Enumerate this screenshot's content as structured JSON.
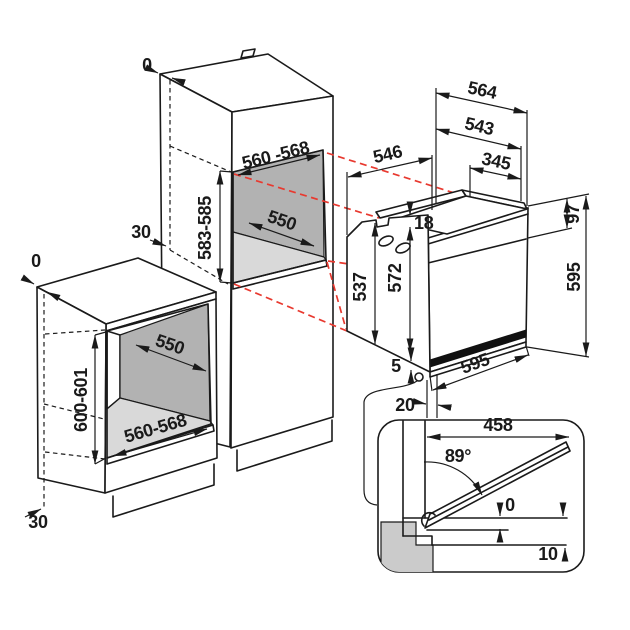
{
  "diagram": {
    "kind": "built-in oven installation dimensions (mm)",
    "colors": {
      "line": "#1a1a1a",
      "projection_red": "#e8392f",
      "niche_back_wall": "#b2b2b2",
      "niche_floor": "#d9d9d9",
      "detail_blocks": "#cbcbcb"
    }
  },
  "tall_cabinet": {
    "top_gap": "0",
    "rear_gap": "30",
    "niche_width": "560 -568",
    "niche_height": "583-585",
    "niche_depth": "550"
  },
  "base_cabinet": {
    "top_gap": "0",
    "bottom_gap": "30",
    "niche_depth": "550",
    "niche_height": "600-601",
    "niche_width": "560-568"
  },
  "oven": {
    "depth_overall": "564",
    "depth_body": "543",
    "depth_with_door": "546",
    "top_section_depth": "345",
    "top_step": "18",
    "rear_panel_height": "97",
    "side_height": "537",
    "front_height": "572",
    "overall_height": "595",
    "overall_width": "595",
    "bottom_trim": "5",
    "front_offset": "20"
  },
  "door_detail": {
    "door_length": "458",
    "open_angle": "89°",
    "top_gap": "0",
    "bottom_gap": "10"
  }
}
